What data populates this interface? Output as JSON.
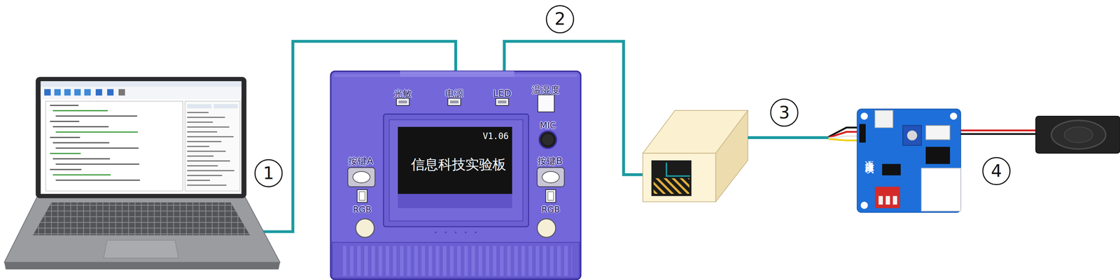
{
  "diagram": {
    "nodes": [
      {
        "text": [
          "光敏"
        ]
      },
      {
        "text": [
          "电源"
        ]
      },
      {
        "text": [
          "LED"
        ]
      },
      {
        "text": [
          "温湿度"
        ]
      },
      {
        "text": [
          "MIC"
        ]
      },
      {
        "text": [
          "V1.06",
          "信息科技实验板"
        ]
      },
      {
        "text": [
          "按键A"
        ]
      },
      {
        "text": [
          "按键B"
        ]
      },
      {
        "text": [
          "RGB"
        ]
      },
      {
        "text": [
          "RGB"
        ]
      },
      {
        "text": [
          "语音播放模块"
        ]
      }
    ],
    "labels": [
      "1",
      "2",
      "3",
      "4"
    ]
  }
}
